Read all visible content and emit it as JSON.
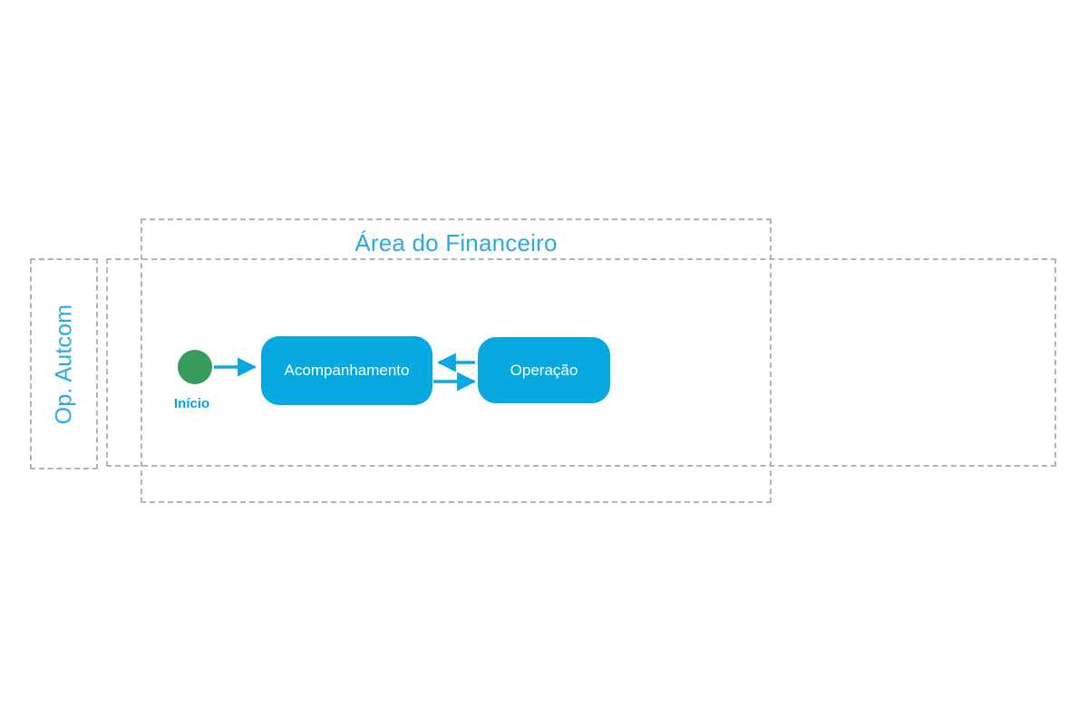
{
  "diagram": {
    "type": "bpmn-flow",
    "background": "#ffffff",
    "colors": {
      "accent_cyan": "#29abe2",
      "node_fill": "#05a9e0",
      "start_green": "#359c5d",
      "connector": "#0aa8e0",
      "dashed_border": "#b3b3b3",
      "node_text": "#ffffff"
    },
    "pools": [
      {
        "id": "autcom",
        "label": "Op. Autcom",
        "orientation": "vertical-label"
      },
      {
        "id": "lane-main",
        "label": ""
      }
    ],
    "groups": [
      {
        "id": "financeiro",
        "title": "Área do Financeiro"
      }
    ],
    "nodes": [
      {
        "id": "start",
        "kind": "start-event",
        "label": "Início"
      },
      {
        "id": "acompanhamento",
        "kind": "task",
        "label": "Acompanhamento"
      },
      {
        "id": "operacao",
        "kind": "task",
        "label": "Operação"
      }
    ],
    "connectors": [
      {
        "id": "start-to-acompanhamento",
        "from": "start",
        "to": "acompanhamento",
        "direction": "right"
      },
      {
        "id": "operacao-to-acompanhamento",
        "from": "operacao",
        "to": "acompanhamento",
        "direction": "left"
      },
      {
        "id": "acompanhamento-to-operacao",
        "from": "acompanhamento",
        "to": "operacao",
        "direction": "right"
      }
    ]
  }
}
